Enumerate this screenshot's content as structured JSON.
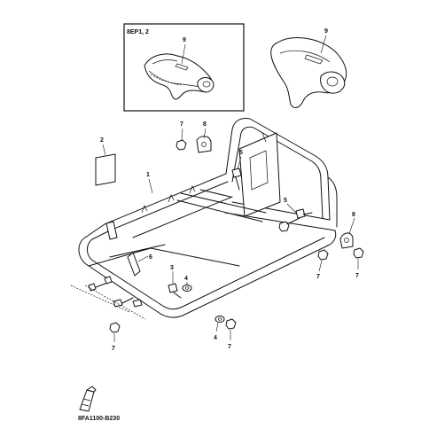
{
  "inset": {
    "variant_label": "8EP1, 2"
  },
  "callouts": {
    "c9a": "9",
    "c9b": "9",
    "c2": "2",
    "c1": "1",
    "c7a": "7",
    "c8a": "8",
    "c5a": "5",
    "c6": "6",
    "c3": "3",
    "c4a": "4",
    "c5b": "5",
    "c8b": "8",
    "c7b": "7",
    "c7c": "7",
    "c7d": "7",
    "c7e": "7",
    "c4b": "4",
    "c7f": "7"
  },
  "footer": {
    "diagram_code": "8FA1100-B230"
  },
  "colors": {
    "ink": "#111111",
    "paper": "#ffffff"
  }
}
